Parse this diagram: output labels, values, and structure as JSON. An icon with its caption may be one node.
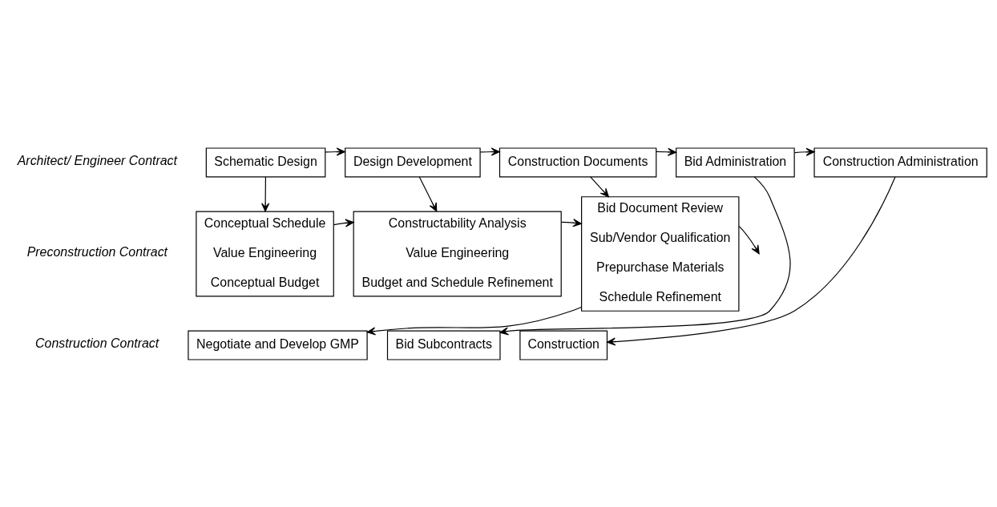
{
  "diagram": {
    "nodes": [
      {
        "text": [
          "Schematic Design"
        ]
      },
      {
        "text": [
          "Design Development"
        ]
      },
      {
        "text": [
          "Construction Documents"
        ]
      },
      {
        "text": [
          "Bid Administration"
        ]
      },
      {
        "text": [
          "Construction Administration"
        ]
      },
      {
        "text": [
          "Conceptual Schedule",
          "Value Engineering",
          "Conceptual Budget"
        ]
      },
      {
        "text": [
          "Constructability Analysis",
          "Value Engineering",
          "Budget and Schedule Refinement"
        ]
      },
      {
        "text": [
          "Bid Document Review",
          "Sub/Vendor Qualification",
          "Prepurchase Materials",
          "Schedule Refinement"
        ]
      },
      {
        "text": [
          "Negotiate and Develop GMP"
        ]
      },
      {
        "text": [
          "Bid Subcontracts"
        ]
      },
      {
        "text": [
          "Construction"
        ]
      }
    ],
    "edges": [
      {
        "from": 0,
        "to": 1,
        "arrow": "to"
      },
      {
        "from": 1,
        "to": 2,
        "arrow": "to"
      },
      {
        "from": 2,
        "to": 3,
        "arrow": "to"
      },
      {
        "from": 3,
        "to": 4,
        "arrow": "to"
      },
      {
        "from": 0,
        "to": 5,
        "arrow": "to"
      },
      {
        "from": 1,
        "to": 6,
        "arrow": "to"
      },
      {
        "from": 2,
        "to": 7,
        "arrow": "to"
      },
      {
        "from": 5,
        "to": 6,
        "arrow": "to"
      },
      {
        "from": 6,
        "to": 7,
        "arrow": "to"
      },
      {
        "from": 7,
        "to": null,
        "arrow": "to"
      },
      {
        "from": 7,
        "to": 8,
        "arrow": "to"
      },
      {
        "from": 3,
        "to": 9,
        "arrow": "to"
      },
      {
        "from": 4,
        "to": 10,
        "arrow": "to"
      }
    ],
    "labels": [
      "Architect/ Engineer Contract",
      "Preconstruction Contract",
      "Construction Contract"
    ]
  }
}
